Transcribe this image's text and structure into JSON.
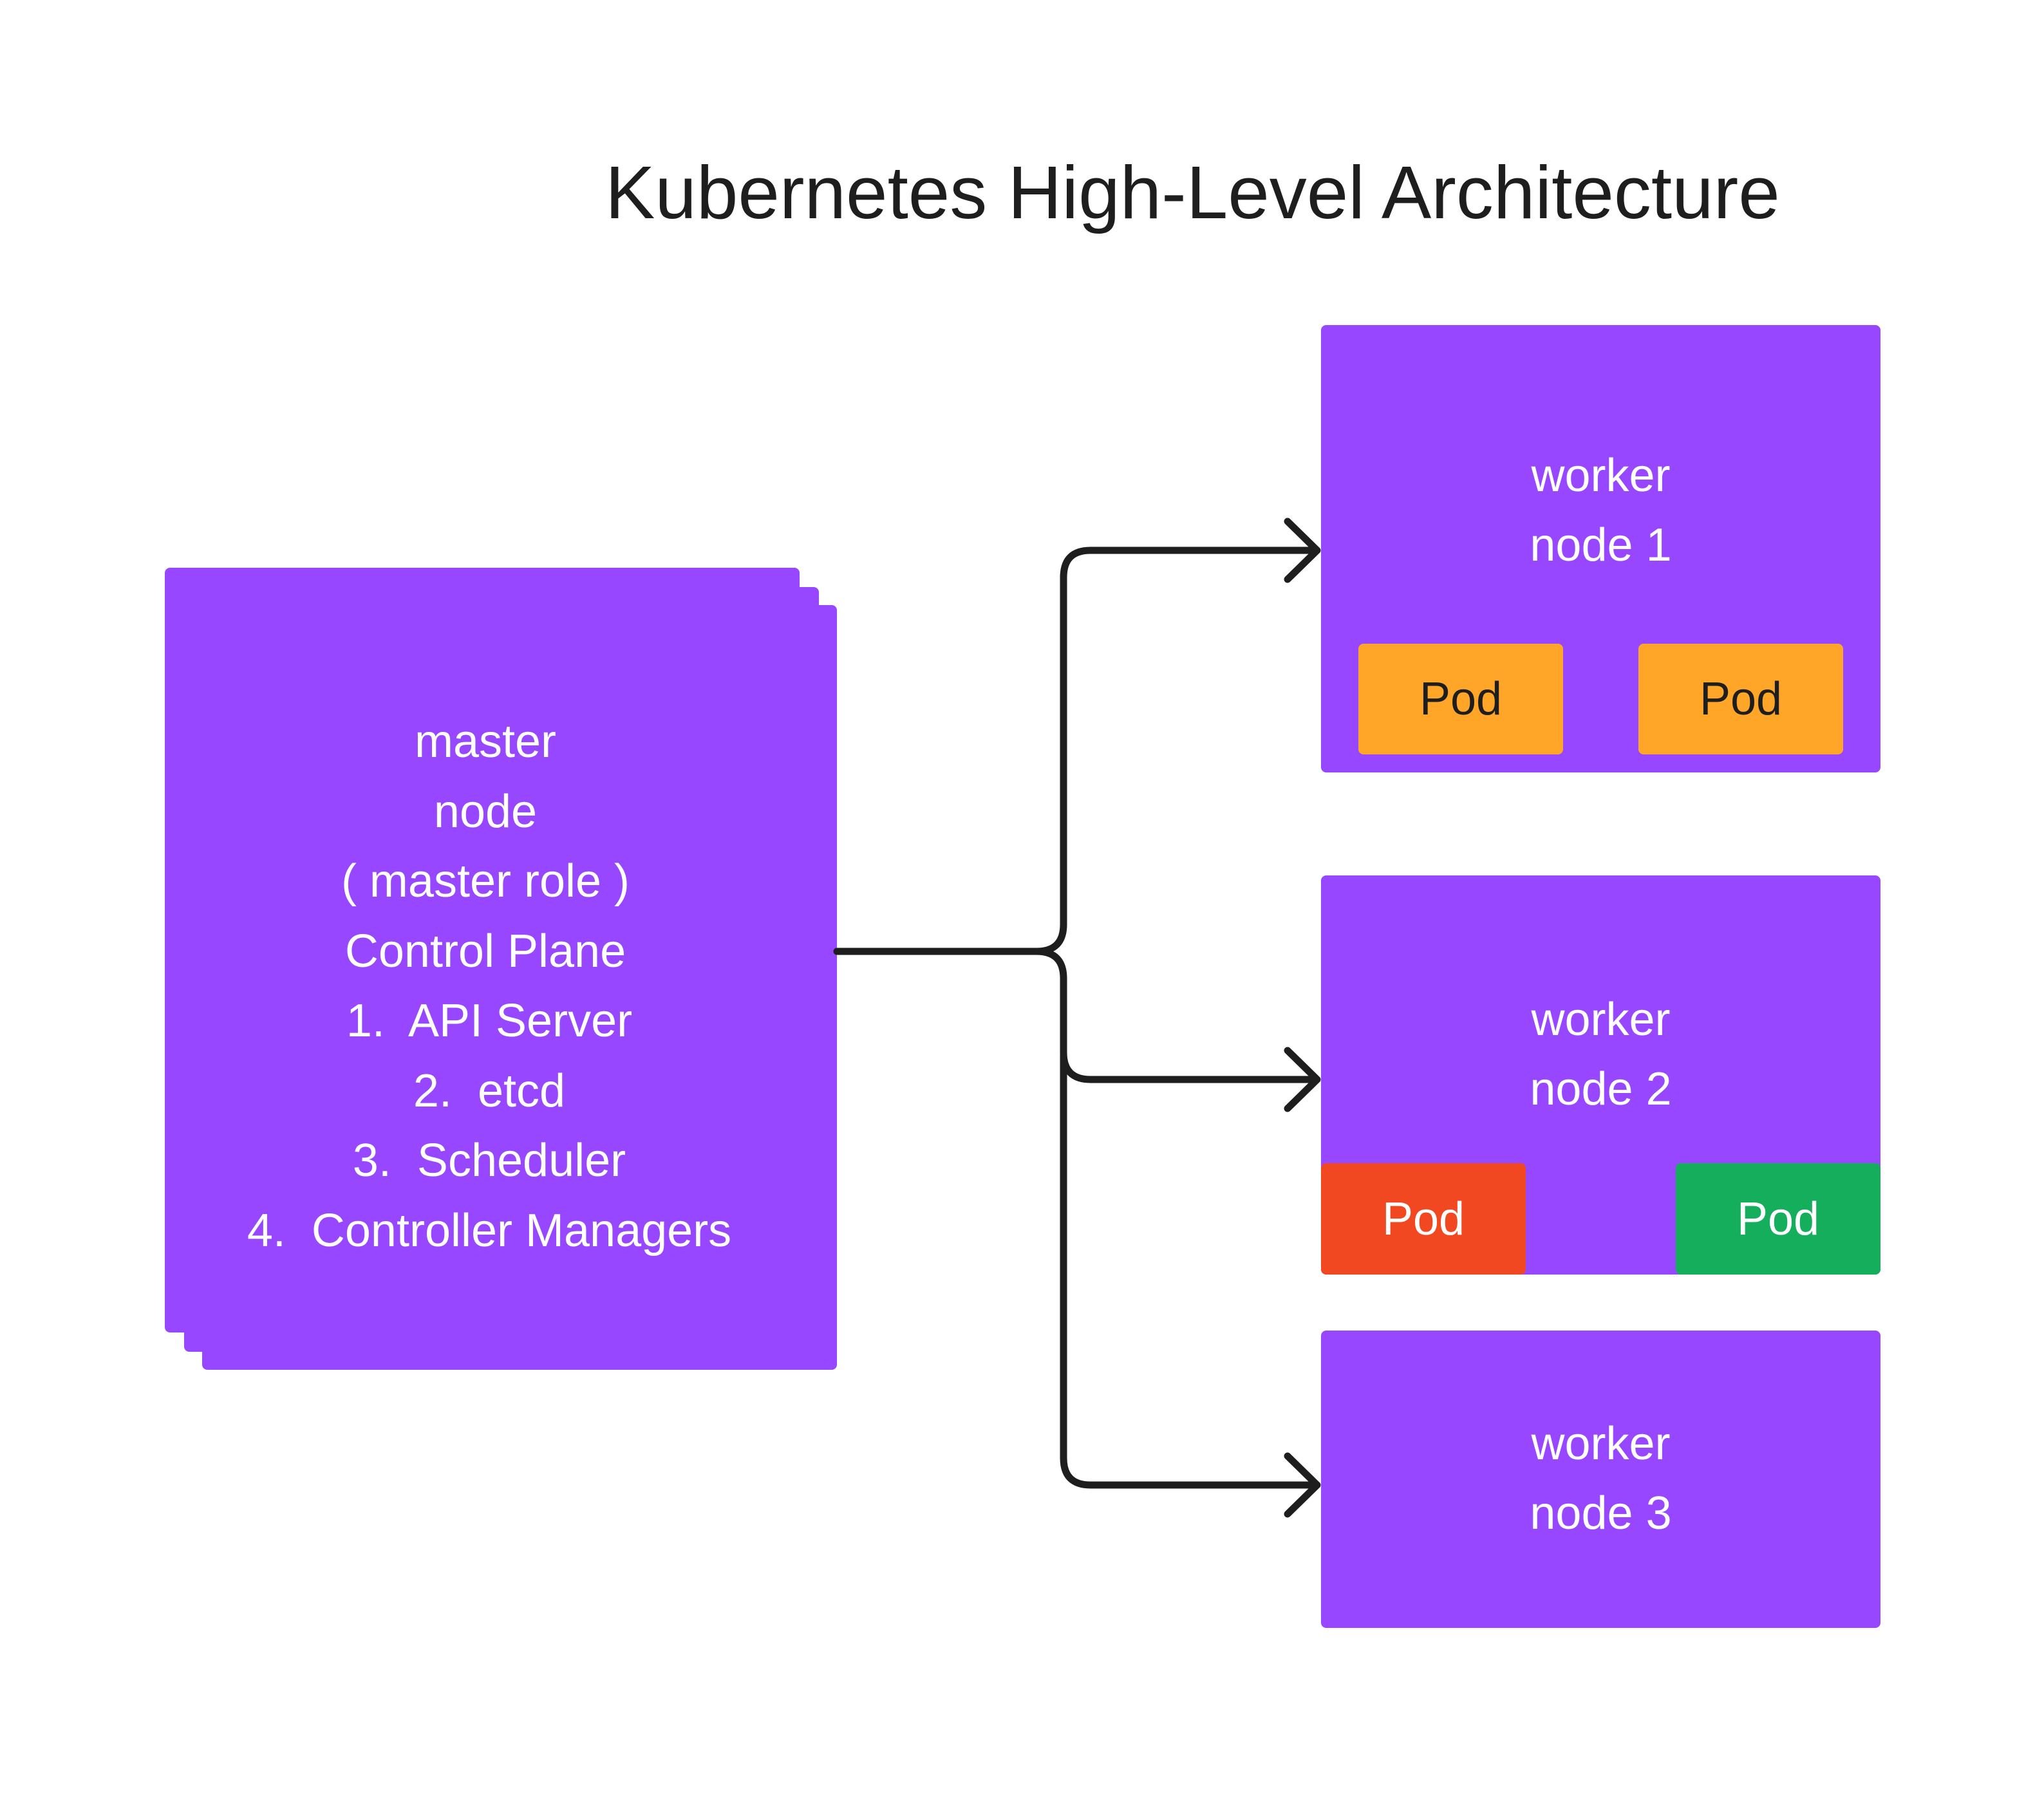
{
  "title": "Kubernetes High-Level Architecture",
  "master": {
    "lines": [
      "master",
      "node",
      "( master role )",
      "Control Plane",
      "1.  API Server",
      "2.  etcd",
      "3.  Scheduler",
      "4.  Controller Managers"
    ]
  },
  "workers": [
    {
      "line1": "worker",
      "line2": "node 1",
      "pods": [
        {
          "label": "Pod",
          "color": "#ffa629"
        },
        {
          "label": "Pod",
          "color": "#ffa629"
        }
      ]
    },
    {
      "line1": "worker",
      "line2": "node 2",
      "pods": [
        {
          "label": "Pod",
          "color": "#f24822"
        },
        {
          "label": "Pod",
          "color": "#14ae5c"
        }
      ]
    },
    {
      "line1": "worker",
      "line2": "node 3",
      "pods": []
    }
  ],
  "colors": {
    "node_fill": "#9747ff",
    "connector": "#1e1e1e",
    "title_text": "#1e1e1e"
  }
}
